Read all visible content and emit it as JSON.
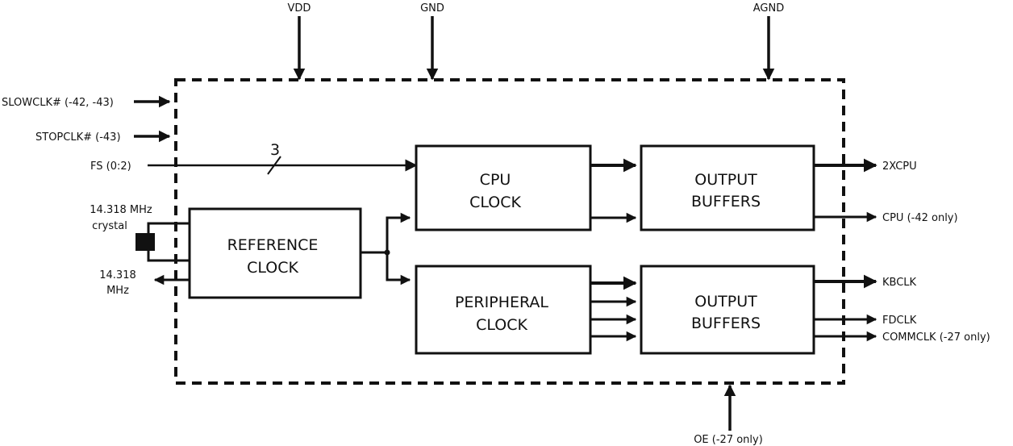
{
  "pins": {
    "vdd": "VDD",
    "gnd": "GND",
    "agnd": "AGND",
    "oe": "OE (-27 only)",
    "slowclk": "SLOWCLK# (-42, -43)",
    "stopclk": "STOPCLK# (-43)",
    "fs": "FS (0:2)",
    "bus_width": "3",
    "crystal_line1": "14.318 MHz",
    "crystal_line2": "crystal",
    "ref_out_line1": "14.318",
    "ref_out_line2": "MHz",
    "out_2xcpu": "2XCPU",
    "out_cpu": "CPU (-42 only)",
    "out_kbclk": "KBCLK",
    "out_fdclk": "FDCLK",
    "out_commclk": "COMMCLK (-27 only)"
  },
  "blocks": {
    "reference": {
      "line1": "REFERENCE",
      "line2": "CLOCK"
    },
    "cpu": {
      "line1": "CPU",
      "line2": "CLOCK"
    },
    "peripheral": {
      "line1": "PERIPHERAL",
      "line2": "CLOCK"
    },
    "output_top": {
      "line1": "OUTPUT",
      "line2": "BUFFERS"
    },
    "output_bottom": {
      "line1": "OUTPUT",
      "line2": "BUFFERS"
    }
  }
}
